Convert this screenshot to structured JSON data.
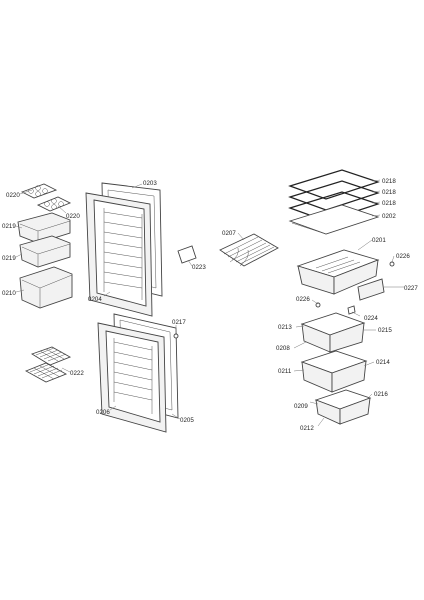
{
  "diagram": {
    "labels": {
      "p0220a": "0220",
      "p0220b": "0220",
      "p0219a": "0219",
      "p0219b": "0219",
      "p0210": "0210",
      "p0222": "0222",
      "p0203": "0203",
      "p0204": "0204",
      "p0223": "0223",
      "p0217": "0217",
      "p0206": "0206",
      "p0205": "0205",
      "p0207": "0207",
      "p0218a": "0218",
      "p0218b": "0218",
      "p0218c": "0218",
      "p0202": "0202",
      "p0201": "0201",
      "p0226a": "0226",
      "p0227": "0227",
      "p0226b": "0226",
      "p0224": "0224",
      "p0213": "0213",
      "p0215": "0215",
      "p0208": "0208",
      "p0214": "0214",
      "p0211": "0211",
      "p0209": "0209",
      "p0216": "0216",
      "p0212": "0212"
    }
  }
}
